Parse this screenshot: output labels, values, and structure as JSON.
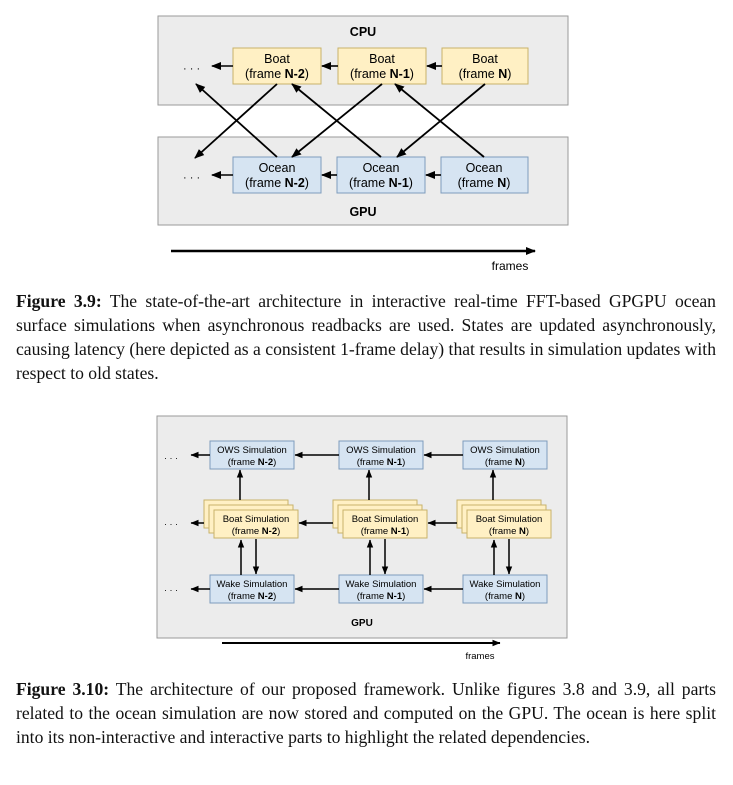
{
  "figure1": {
    "cpu_label": "CPU",
    "gpu_label": "GPU",
    "ellipsis": "· · ·",
    "boats": [
      {
        "name": "Boat",
        "pre": "(frame ",
        "frame": "N-2",
        "post": ")"
      },
      {
        "name": "Boat",
        "pre": "(frame ",
        "frame": "N-1",
        "post": ")"
      },
      {
        "name": "Boat",
        "pre": "(frame ",
        "frame": "N",
        "post": ")"
      }
    ],
    "oceans": [
      {
        "name": "Ocean",
        "pre": "(frame ",
        "frame": "N-2",
        "post": ")"
      },
      {
        "name": "Ocean",
        "pre": "(frame ",
        "frame": "N-1",
        "post": ")"
      },
      {
        "name": "Ocean",
        "pre": "(frame ",
        "frame": "N",
        "post": ")"
      }
    ],
    "frames_label": "frames",
    "caption_label": "Figure 3.9:",
    "caption_text": " The state-of-the-art architecture in interactive real-time FFT-based GPGPU ocean surface simulations when asynchronous readbacks are used. States are updated asynchronously, causing latency (here depicted as a consistent 1-frame delay) that results in simulation updates with respect to old states."
  },
  "figure2": {
    "gpu_label": "GPU",
    "ellipsis": "· · ·",
    "ows": [
      {
        "name": "OWS Simulation",
        "pre": "(frame ",
        "frame": "N-2",
        "post": ")"
      },
      {
        "name": "OWS Simulation",
        "pre": "(frame ",
        "frame": "N-1",
        "post": ")"
      },
      {
        "name": "OWS Simulation",
        "pre": "(frame ",
        "frame": "N",
        "post": ")"
      }
    ],
    "boat": [
      {
        "name": "Boat Simulation",
        "pre": "(frame ",
        "frame": "N-2",
        "post": ")"
      },
      {
        "name": "Boat Simulation",
        "pre": "(frame ",
        "frame": "N-1",
        "post": ")"
      },
      {
        "name": "Boat Simulation",
        "pre": "(frame ",
        "frame": "N",
        "post": ")"
      }
    ],
    "wake": [
      {
        "name": "Wake Simulation",
        "pre": "(frame ",
        "frame": "N-2",
        "post": ")"
      },
      {
        "name": "Wake Simulation",
        "pre": "(frame ",
        "frame": "N-1",
        "post": ")"
      },
      {
        "name": "Wake Simulation",
        "pre": "(frame ",
        "frame": "N",
        "post": ")"
      }
    ],
    "frames_label": "frames",
    "caption_label": "Figure 3.10:",
    "caption_text": " The architecture of our proposed framework. Unlike figures 3.8 and 3.9, all parts related to the ocean simulation are now stored and computed on the GPU. The ocean is here split into its non-interactive and interactive parts to highlight the related dependencies."
  },
  "colors": {
    "panel_fill": "#ececec",
    "panel_stroke": "#9a9a9a",
    "boat_fill": "#fff0c4",
    "boat_stroke": "#c9b26a",
    "ocean_fill": "#d6e4f2",
    "ocean_stroke": "#7e9cbd"
  }
}
